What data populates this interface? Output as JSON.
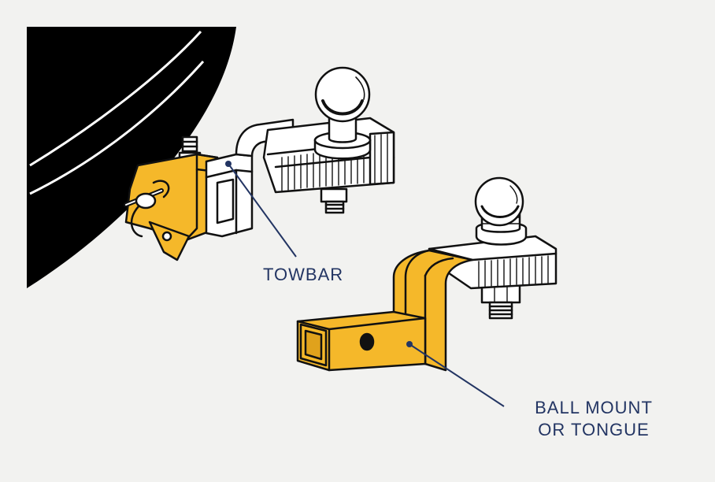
{
  "labels": {
    "towbar": "TOWBAR",
    "ball_mount_line1": "BALL MOUNT",
    "ball_mount_line2": "OR TONGUE"
  },
  "colors": {
    "background": "#f2f2f0",
    "vehicle": "#000000",
    "receiver_yellow": "#f5b82a",
    "metal": "#ffffff",
    "outline": "#111111",
    "label_text": "#233563",
    "leader_line": "#233563"
  }
}
